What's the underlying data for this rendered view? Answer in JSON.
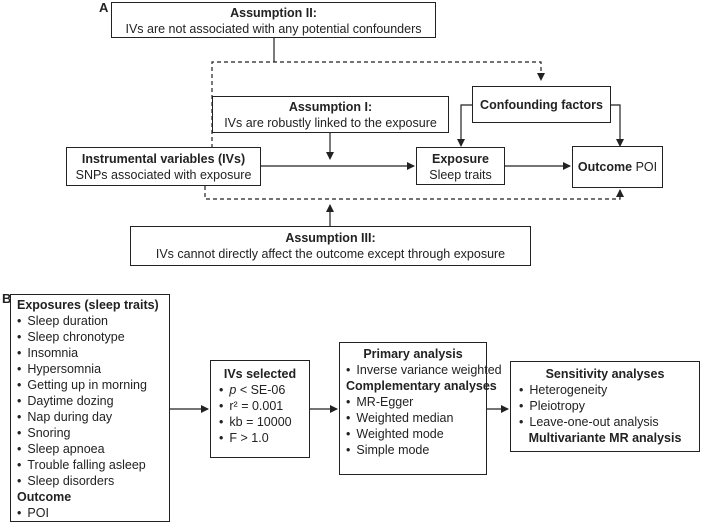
{
  "panel_a": {
    "label": "A",
    "assumption2": {
      "title": "Assumption II:",
      "text": "IVs are not associated with any potential confounders"
    },
    "assumption1": {
      "title": "Assumption I:",
      "text": "IVs are robustly linked to the exposure"
    },
    "confounding": {
      "title": "Confounding factors"
    },
    "iv": {
      "title": "Instrumental variables (IVs)",
      "text": "SNPs associated with exposure"
    },
    "exposure": {
      "title": "Exposure",
      "text": "Sleep traits"
    },
    "outcome": {
      "title": "Outcome",
      "text": "POI"
    },
    "assumption3": {
      "title": "Assumption III:",
      "text": "IVs cannot directly affect the outcome except through exposure"
    }
  },
  "panel_b": {
    "label": "B",
    "exposures": {
      "title": "Exposures (sleep traits)",
      "items": [
        "Sleep duration",
        "Sleep chronotype",
        "Insomnia",
        "Hypersomnia",
        "Getting up in morning",
        "Daytime dozing",
        "Nap during day",
        "Snoring",
        "Sleep apnoea",
        "Trouble falling asleep",
        "Sleep disorders"
      ],
      "outcome_title": "Outcome",
      "outcome_items": [
        "POI"
      ]
    },
    "ivs": {
      "title": "IVs selected",
      "p_symbol": "p",
      "p_rest": " < SE-06",
      "items": [
        "r² = 0.001",
        "kb = 10000",
        "F > 1.0"
      ]
    },
    "primary": {
      "title": "Primary analysis",
      "items": [
        "Inverse variance weighted"
      ],
      "comp_title": "Complementary analyses",
      "comp_items": [
        "MR-Egger",
        "Weighted median",
        "Weighted mode",
        "Simple mode"
      ]
    },
    "sensitivity": {
      "title": "Sensitivity analyses",
      "items": [
        "Heterogeneity",
        "Pleiotropy",
        "Leave-one-out analysis"
      ],
      "multi_title": "Multivariante MR analysis"
    }
  }
}
